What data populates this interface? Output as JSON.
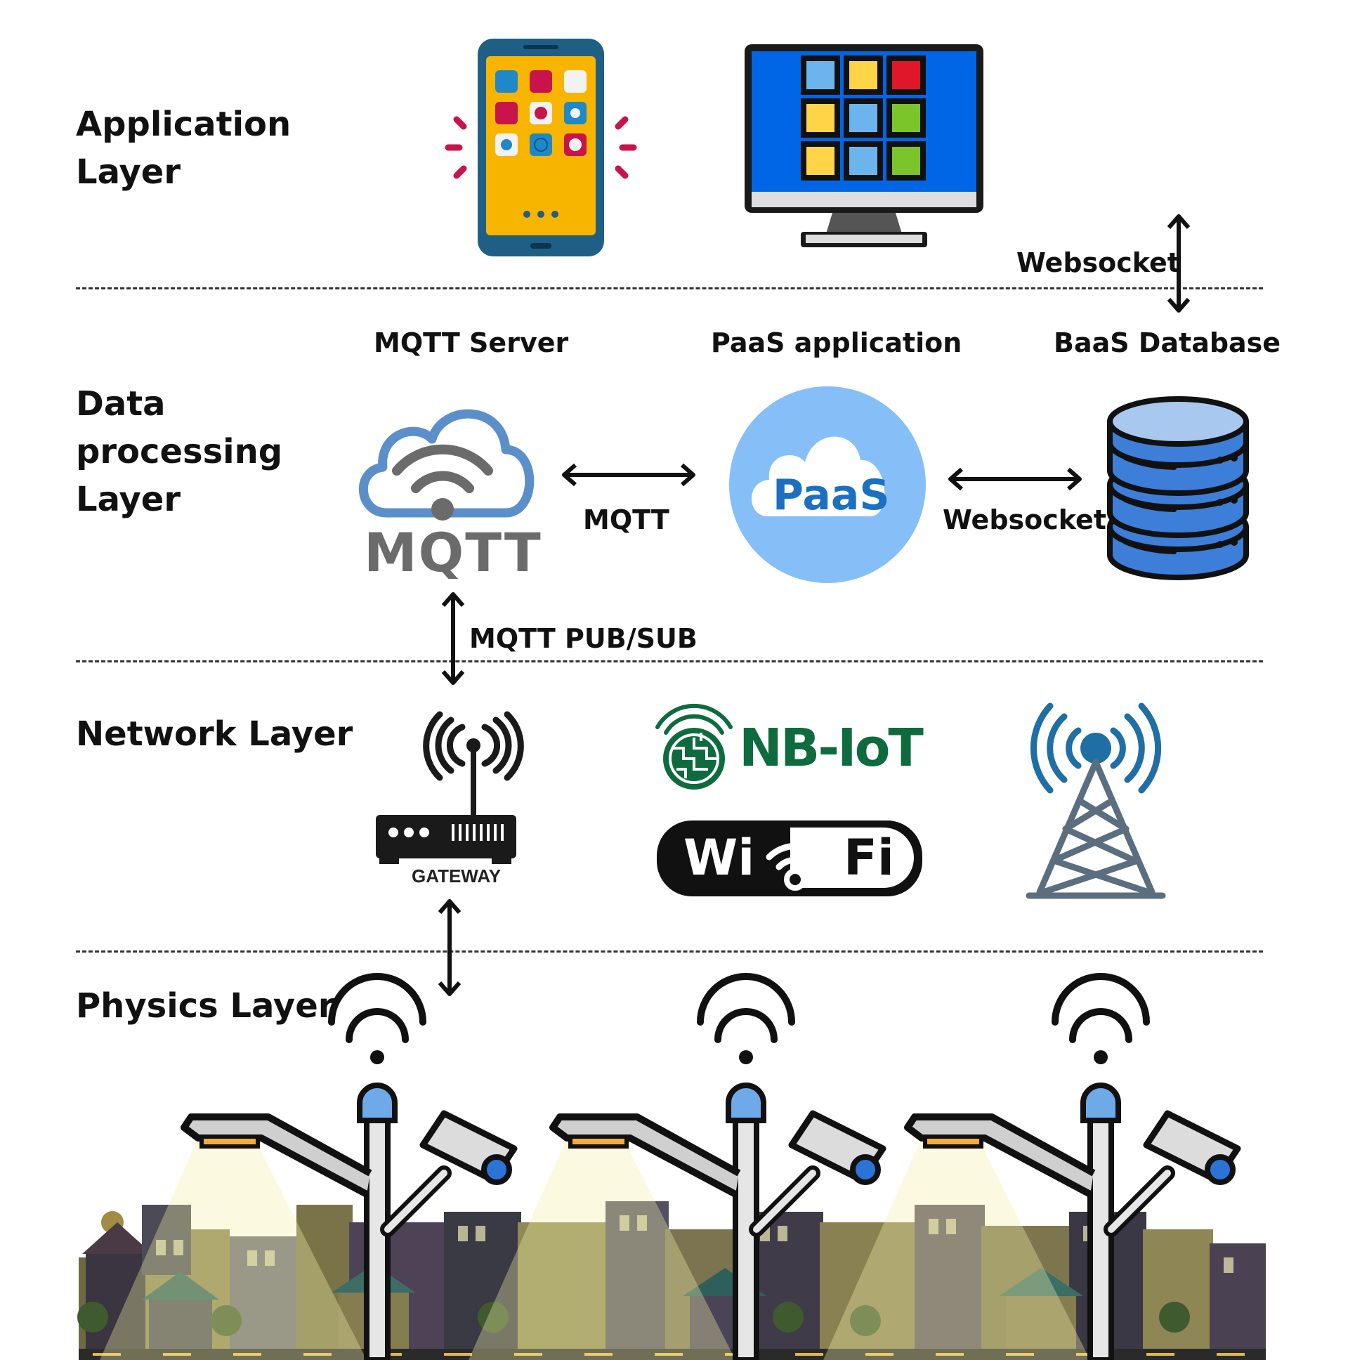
{
  "layers": {
    "application": "Application\nLayer",
    "data_processing": "Data\nprocessing\nLayer",
    "network": "Network Layer",
    "physics": "Physics Layer"
  },
  "nodes": {
    "mqtt_server": "MQTT Server",
    "paas_application": "PaaS application",
    "baas_database": "BaaS Database"
  },
  "edges": {
    "websocket_app": "Websocket",
    "mqtt": "MQTT",
    "websocket_db": "Websocket",
    "mqtt_pubsub": "MQTT PUB/SUB"
  },
  "logos": {
    "mqtt": "MQTT",
    "paas": "PaaS",
    "nbiot": "NB-IoT",
    "wifi_left": "Wi",
    "wifi_right": "Fi",
    "gateway": "GATEWAY"
  },
  "colors": {
    "phone_body": "#f7b500",
    "phone_frame": "#1f5f85",
    "monitor_screen": "#0066e6",
    "mqtt_cloud": "#5b8fc9",
    "mqtt_grey": "#6b6b6b",
    "paas_circle": "#86bff7",
    "paas_text": "#1d6fc2",
    "database": "#3d7ed8",
    "nbiot_green": "#0e6b3e",
    "tower": "#1f6fa5",
    "lamp_light": "#f3ab3a"
  }
}
